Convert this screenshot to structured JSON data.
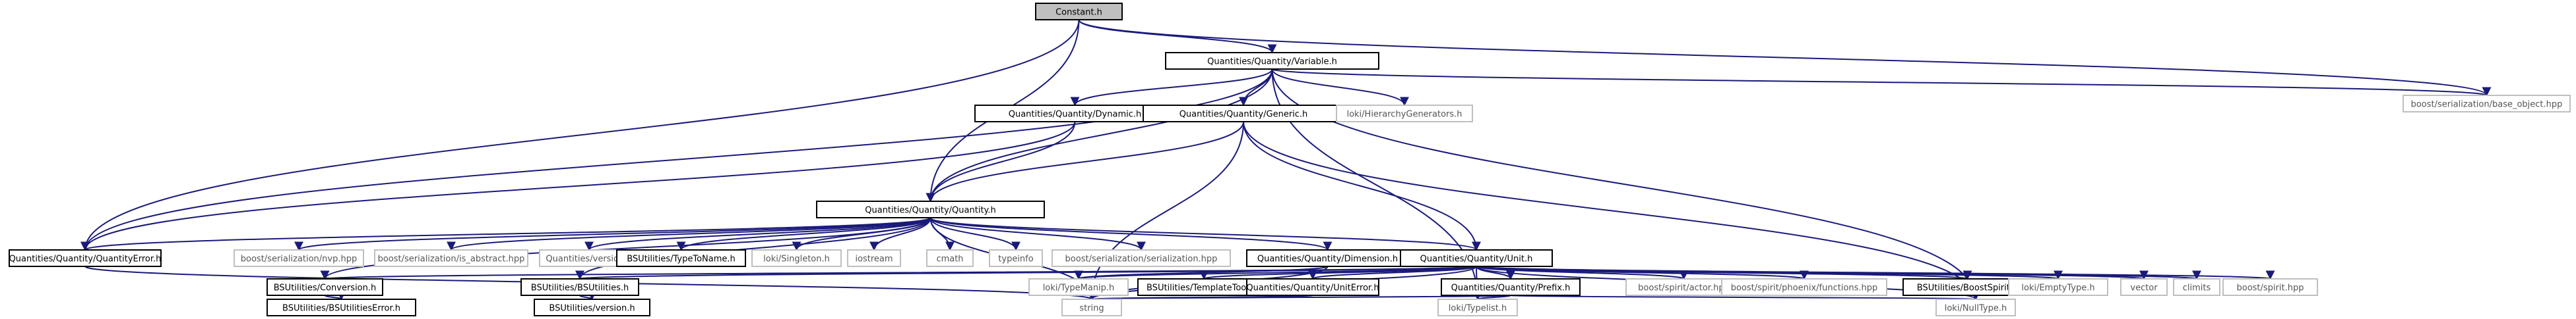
{
  "diagram": {
    "kind": "include dependency graph",
    "colors": {
      "edge": "#1a1a7a",
      "box_border": "#000000",
      "external_border": "#bfbfbf",
      "root_fill": "#bfbfbf",
      "node_fill": "#ffffff",
      "text": "#000000",
      "external_text": "#555555"
    },
    "nodes": [
      {
        "id": "constant",
        "label": "Constant.h",
        "style": "root"
      },
      {
        "id": "variable",
        "label": "Quantities/Quantity/Variable.h",
        "style": "normal"
      },
      {
        "id": "base_object",
        "label": "boost/serialization/base_object.hpp",
        "style": "external"
      },
      {
        "id": "dynamic",
        "label": "Quantities/Quantity/Dynamic.h",
        "style": "normal"
      },
      {
        "id": "generic",
        "label": "Quantities/Quantity/Generic.h",
        "style": "normal"
      },
      {
        "id": "hierarchy",
        "label": "loki/HierarchyGenerators.h",
        "style": "external"
      },
      {
        "id": "quantity",
        "label": "Quantities/Quantity/Quantity.h",
        "style": "normal"
      },
      {
        "id": "qerror",
        "label": "Quantities/Quantity/QuantityError.h",
        "style": "normal"
      },
      {
        "id": "nvp",
        "label": "boost/serialization/nvp.hpp",
        "style": "external"
      },
      {
        "id": "is_abstract",
        "label": "boost/serialization/is_abstract.hpp",
        "style": "external"
      },
      {
        "id": "qversion",
        "label": "Quantities/version.h",
        "style": "external"
      },
      {
        "id": "typetoname",
        "label": "BSUtilities/TypeToName.h",
        "style": "normal"
      },
      {
        "id": "singleton",
        "label": "loki/Singleton.h",
        "style": "external"
      },
      {
        "id": "iostream",
        "label": "iostream",
        "style": "external"
      },
      {
        "id": "cmath",
        "label": "cmath",
        "style": "external"
      },
      {
        "id": "typeinfo",
        "label": "typeinfo",
        "style": "external"
      },
      {
        "id": "serialization",
        "label": "boost/serialization/serialization.hpp",
        "style": "external"
      },
      {
        "id": "dimension",
        "label": "Quantities/Quantity/Dimension.h",
        "style": "normal"
      },
      {
        "id": "unit",
        "label": "Quantities/Quantity/Unit.h",
        "style": "normal"
      },
      {
        "id": "conversion",
        "label": "BSUtilities/Conversion.h",
        "style": "normal"
      },
      {
        "id": "bsutilities",
        "label": "BSUtilities/BSUtilities.h",
        "style": "normal"
      },
      {
        "id": "typemanip",
        "label": "loki/TypeManip.h",
        "style": "external"
      },
      {
        "id": "templatetools",
        "label": "BSUtilities/TemplateTools.h",
        "style": "normal"
      },
      {
        "id": "uniterror",
        "label": "Quantities/Quantity/UnitError.h",
        "style": "normal"
      },
      {
        "id": "prefix",
        "label": "Quantities/Quantity/Prefix.h",
        "style": "normal"
      },
      {
        "id": "actor",
        "label": "boost/spirit/actor.hpp",
        "style": "external"
      },
      {
        "id": "phoenix",
        "label": "boost/spirit/phoenix/functions.hpp",
        "style": "external"
      },
      {
        "id": "boostspirit",
        "label": "BSUtilities/BoostSpirit.h",
        "style": "normal"
      },
      {
        "id": "emptytype",
        "label": "loki/EmptyType.h",
        "style": "external"
      },
      {
        "id": "vector",
        "label": "vector",
        "style": "external"
      },
      {
        "id": "climits",
        "label": "climits",
        "style": "external"
      },
      {
        "id": "spirit",
        "label": "boost/spirit.hpp",
        "style": "external"
      },
      {
        "id": "bserror",
        "label": "BSUtilities/BSUtilitiesError.h",
        "style": "normal"
      },
      {
        "id": "bsversion",
        "label": "BSUtilities/version.h",
        "style": "normal"
      },
      {
        "id": "string",
        "label": "string",
        "style": "external"
      },
      {
        "id": "typelist",
        "label": "loki/Typelist.h",
        "style": "external"
      },
      {
        "id": "nulltype",
        "label": "loki/NullType.h",
        "style": "external"
      }
    ],
    "edges": [
      [
        "constant",
        "variable"
      ],
      [
        "constant",
        "quantity"
      ],
      [
        "constant",
        "qerror"
      ],
      [
        "constant",
        "base_object"
      ],
      [
        "variable",
        "base_object"
      ],
      [
        "variable",
        "dynamic"
      ],
      [
        "variable",
        "generic"
      ],
      [
        "variable",
        "hierarchy"
      ],
      [
        "variable",
        "quantity"
      ],
      [
        "variable",
        "qerror"
      ],
      [
        "variable",
        "typelist"
      ],
      [
        "variable",
        "nulltype"
      ],
      [
        "dynamic",
        "quantity"
      ],
      [
        "dynamic",
        "qerror"
      ],
      [
        "generic",
        "quantity"
      ],
      [
        "generic",
        "unit"
      ],
      [
        "generic",
        "string"
      ],
      [
        "generic",
        "nulltype"
      ],
      [
        "quantity",
        "qerror"
      ],
      [
        "quantity",
        "nvp"
      ],
      [
        "quantity",
        "is_abstract"
      ],
      [
        "quantity",
        "qversion"
      ],
      [
        "quantity",
        "typetoname"
      ],
      [
        "quantity",
        "singleton"
      ],
      [
        "quantity",
        "iostream"
      ],
      [
        "quantity",
        "cmath"
      ],
      [
        "quantity",
        "typeinfo"
      ],
      [
        "quantity",
        "serialization"
      ],
      [
        "quantity",
        "dimension"
      ],
      [
        "quantity",
        "unit"
      ],
      [
        "quantity",
        "conversion"
      ],
      [
        "quantity",
        "bsutilities"
      ],
      [
        "quantity",
        "string"
      ],
      [
        "qerror",
        "string"
      ],
      [
        "dimension",
        "typemanip"
      ],
      [
        "dimension",
        "string"
      ],
      [
        "unit",
        "conversion"
      ],
      [
        "unit",
        "bsutilities"
      ],
      [
        "unit",
        "typemanip"
      ],
      [
        "unit",
        "templatetools"
      ],
      [
        "unit",
        "uniterror"
      ],
      [
        "unit",
        "prefix"
      ],
      [
        "unit",
        "actor"
      ],
      [
        "unit",
        "phoenix"
      ],
      [
        "unit",
        "boostspirit"
      ],
      [
        "unit",
        "emptytype"
      ],
      [
        "unit",
        "vector"
      ],
      [
        "unit",
        "climits"
      ],
      [
        "unit",
        "spirit"
      ],
      [
        "unit",
        "string"
      ],
      [
        "unit",
        "typelist"
      ],
      [
        "unit",
        "nulltype"
      ],
      [
        "conversion",
        "bserror"
      ],
      [
        "bsutilities",
        "bsversion"
      ],
      [
        "uniterror",
        "string"
      ],
      [
        "prefix",
        "string"
      ],
      [
        "prefix",
        "typelist"
      ],
      [
        "prefix",
        "nulltype"
      ]
    ]
  }
}
